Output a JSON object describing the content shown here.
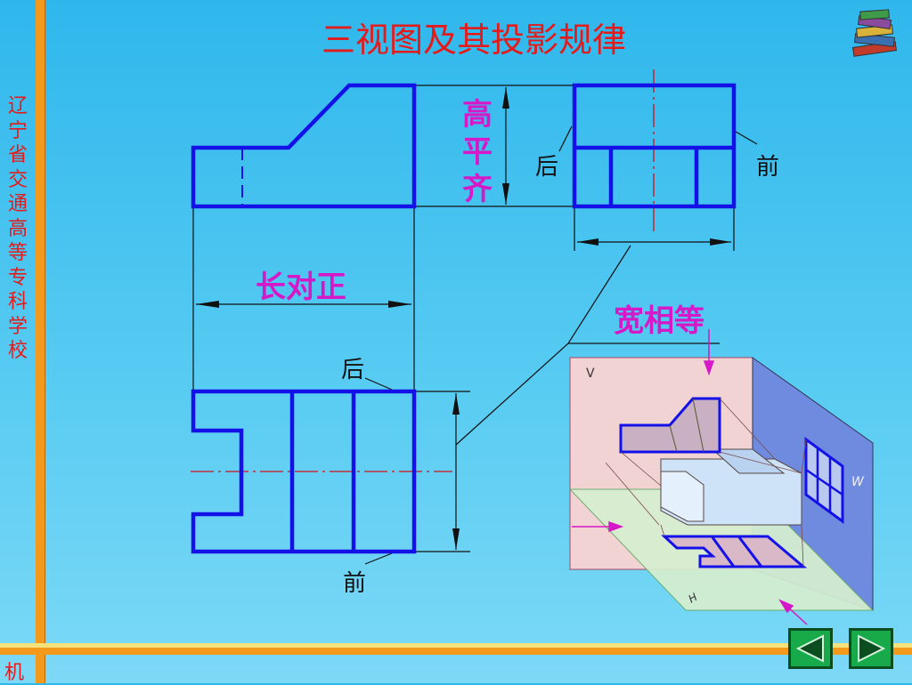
{
  "slide": {
    "title": "三视图及其投影规律",
    "school_name": "辽宁省交通高等专科学校",
    "bottom_label": "机"
  },
  "diagram": {
    "height_rule": "高平齐",
    "length_rule": "长对正",
    "width_rule": "宽相等",
    "back_label": "后",
    "front_label": "前",
    "plane_v": "V",
    "plane_w": "W",
    "plane_h": "H"
  },
  "nav": {
    "prev_icon": "left-arrow-icon",
    "next_icon": "right-arrow-icon"
  },
  "colors": {
    "accent": "#e31b1b",
    "outline": "#1410e8",
    "label_magenta": "#d618c8",
    "orange_bar": "#f39a1c",
    "nav_green": "#18a94a"
  }
}
